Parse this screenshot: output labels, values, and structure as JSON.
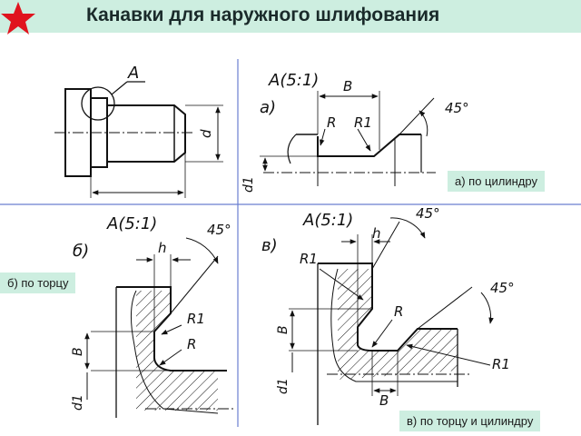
{
  "title": "Канавки для наружного шлифования",
  "captions": {
    "a": "а) по цилиндру",
    "b": "б) по торцу",
    "v": "в) по торцу и цилиндру"
  },
  "labels": {
    "view_a": "А",
    "scale": "А(5:1)",
    "variant_a": "а)",
    "variant_b": "б)",
    "variant_v": "в)",
    "dim_B": "B",
    "dim_h": "h",
    "dim_d": "d",
    "dim_d1": "d1",
    "dim_R": "R",
    "dim_R1": "R1",
    "angle": "45°"
  },
  "colors": {
    "title_bg": "#cdeee0",
    "star": "#e0141e",
    "guide_lines": "#6a7fd0",
    "ink": "#111111"
  }
}
